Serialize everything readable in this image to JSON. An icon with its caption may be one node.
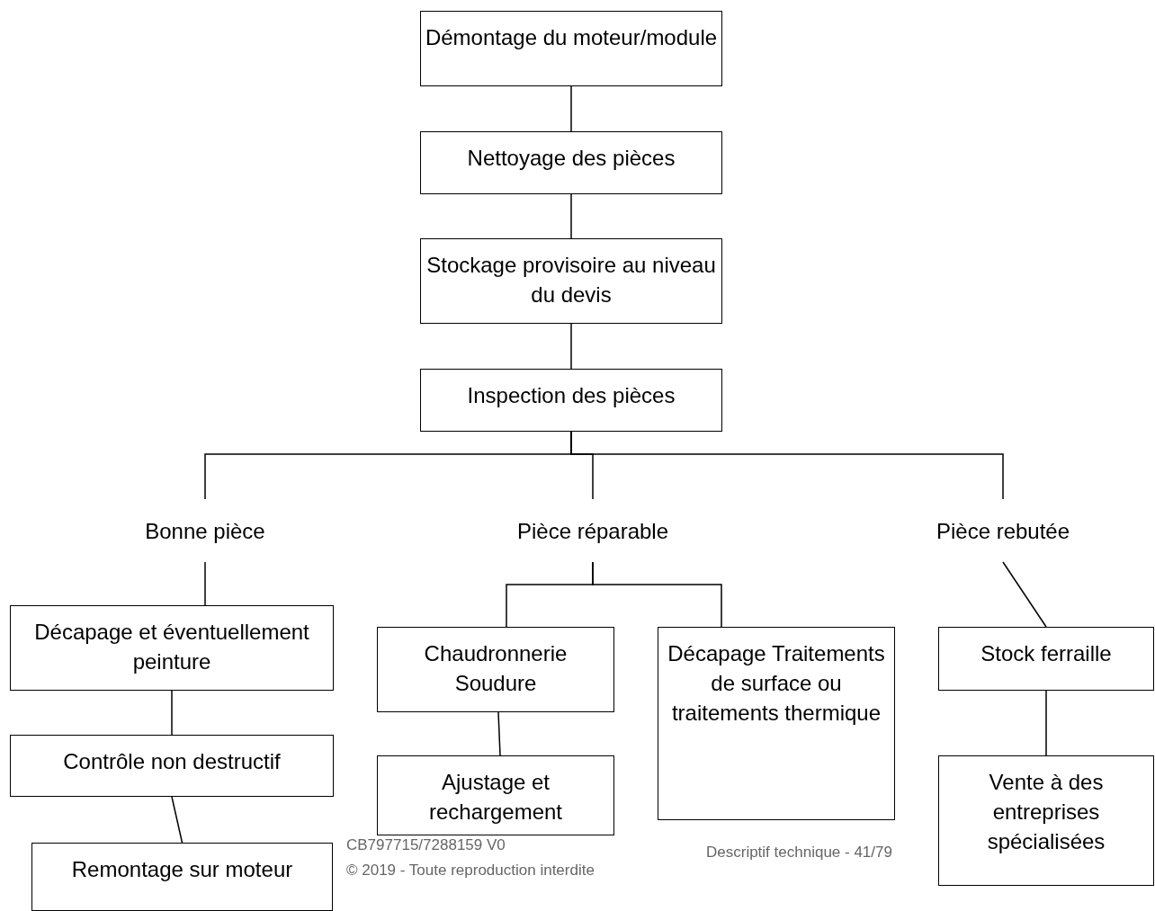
{
  "diagram": {
    "nodes": [
      {
        "text": [
          "Démontage du moteur/module"
        ]
      },
      {
        "text": [
          "Nettoyage des pièces"
        ]
      },
      {
        "text": [
          "Stockage provisoire au niveau du devis"
        ]
      },
      {
        "text": [
          "Inspection des pièces"
        ]
      },
      {
        "text": [
          "Bonne pièce"
        ]
      },
      {
        "text": [
          "Pièce réparable"
        ]
      },
      {
        "text": [
          "Pièce rebutée"
        ]
      },
      {
        "text": [
          "Décapage et éventuellement peinture"
        ]
      },
      {
        "text": [
          "Contrôle non destructif"
        ]
      },
      {
        "text": [
          "Remontage sur moteur"
        ]
      },
      {
        "text": [
          "Chaudronnerie Soudure"
        ]
      },
      {
        "text": [
          "Ajustage et rechargement"
        ]
      },
      {
        "text": [
          "Décapage Traitements de surface ou traitements thermique"
        ]
      },
      {
        "text": [
          "Stock ferraille"
        ]
      },
      {
        "text": [
          "Vente à des entreprises spécialisées"
        ]
      }
    ],
    "edges": [
      {
        "from": 0,
        "to": 1,
        "arrow": "none"
      },
      {
        "from": 1,
        "to": 2,
        "arrow": "none"
      },
      {
        "from": 2,
        "to": 3,
        "arrow": "none"
      },
      {
        "from": 3,
        "to": 4,
        "arrow": "none"
      },
      {
        "from": 3,
        "to": 5,
        "arrow": "none"
      },
      {
        "from": 3,
        "to": 6,
        "arrow": "none"
      },
      {
        "from": 4,
        "to": 7,
        "arrow": "none"
      },
      {
        "from": 7,
        "to": 8,
        "arrow": "none"
      },
      {
        "from": 8,
        "to": 9,
        "arrow": "none"
      },
      {
        "from": 5,
        "to": 10,
        "arrow": "none"
      },
      {
        "from": 5,
        "to": 12,
        "arrow": "none"
      },
      {
        "from": 10,
        "to": 11,
        "arrow": "none"
      },
      {
        "from": 6,
        "to": 13,
        "arrow": "none"
      },
      {
        "from": 13,
        "to": 14,
        "arrow": "none"
      }
    ],
    "labels": [
      "CB797715/7288159 V0",
      "© 2019 - Toute reproduction interdite",
      "Descriptif technique - 41/79"
    ]
  }
}
